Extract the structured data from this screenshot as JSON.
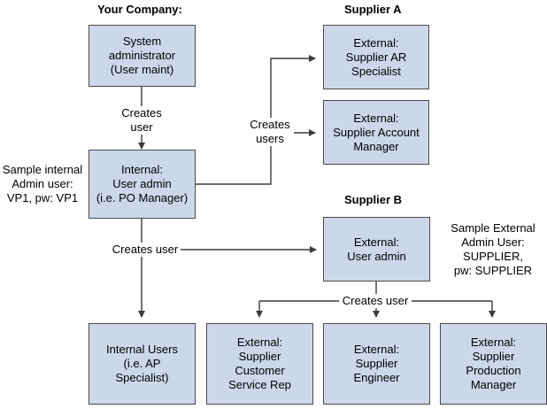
{
  "headers": {
    "your_company": "Your Company:",
    "supplier_a": "Supplier A",
    "supplier_b": "Supplier B"
  },
  "boxes": {
    "sysadmin": "System\nadministrator\n(User maint)",
    "internal_admin": "Internal:\nUser admin\n(i.e. PO Manager)",
    "ar_specialist": "External:\nSupplier AR\nSpecialist",
    "account_manager": "External:\nSupplier Account\nManager",
    "ext_user_admin": "External:\nUser admin",
    "internal_users": "Internal Users\n(i.e. AP\nSpecialist)",
    "customer_service": "External:\nSupplier\nCustomer\nService Rep",
    "engineer": "External:\nSupplier\nEngineer",
    "production_manager": "External:\nSupplier\nProduction\nManager"
  },
  "edge_labels": {
    "creates_user_1": "Creates\nuser",
    "creates_users": "Creates\nusers",
    "creates_user_2": "Creates user",
    "creates_user_3": "Creates user"
  },
  "notes": {
    "internal_sample": "Sample internal\nAdmin user:\nVP1, pw: VP1",
    "external_sample": "Sample External\nAdmin User:\nSUPPLIER,\npw: SUPPLIER"
  },
  "colors": {
    "box_fill": "#ccd7ea",
    "box_border": "#4a4a4a",
    "line": "#3c3c3c"
  }
}
